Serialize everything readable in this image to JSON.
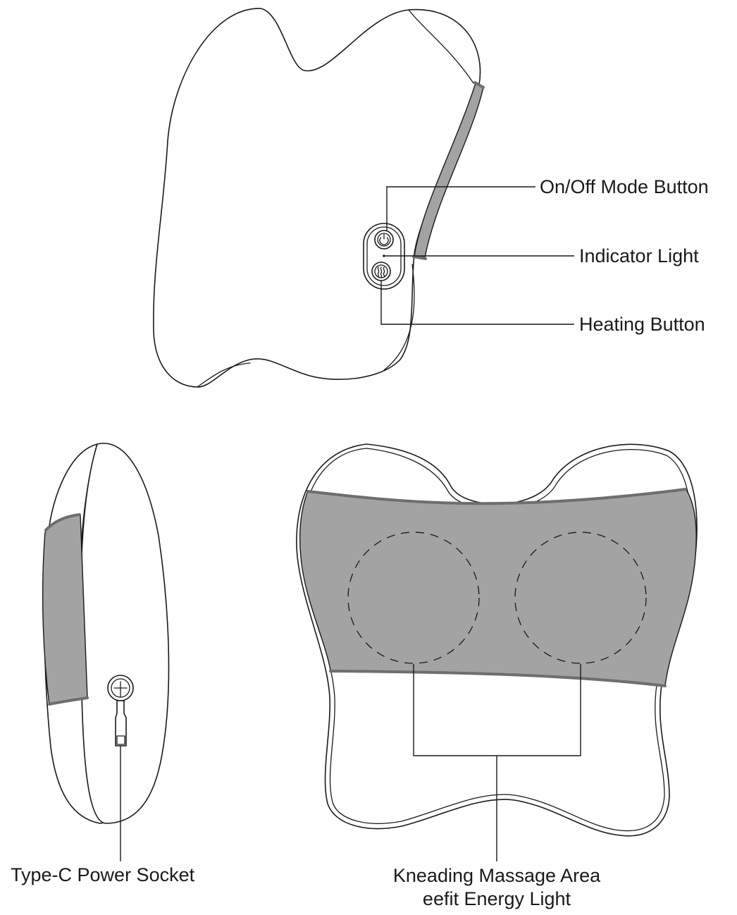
{
  "labels": {
    "on_off": "On/Off Mode Button",
    "indicator": "Indicator Light",
    "heating": "Heating Button",
    "power_socket": "Type-C Power Socket",
    "kneading_line1": "Kneading Massage Area",
    "kneading_line2": "eefit Energy Light"
  },
  "colors": {
    "fabric": "#a3a3a3",
    "outline": "#1a1a1a",
    "background": "#ffffff"
  },
  "icons": [
    "power-icon",
    "heat-waves-icon",
    "usb-c-port-icon"
  ]
}
